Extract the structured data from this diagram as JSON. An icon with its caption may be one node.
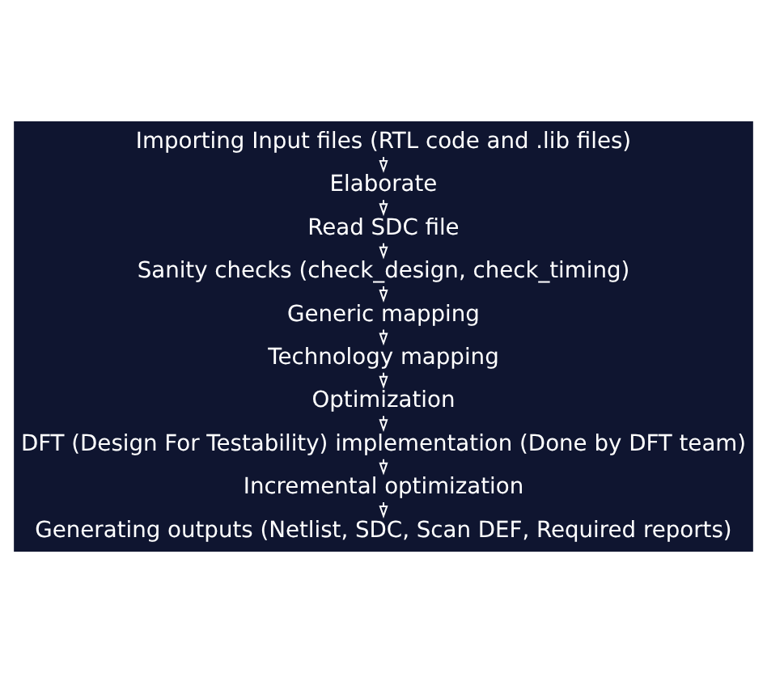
{
  "diagram": {
    "nodes": [
      {
        "text": [
          "Importing Input files (RTL code and .lib files)"
        ]
      },
      {
        "text": [
          "Elaborate"
        ]
      },
      {
        "text": [
          "Read SDC file"
        ]
      },
      {
        "text": [
          "Sanity checks (check_design, check_timing)"
        ]
      },
      {
        "text": [
          "Generic mapping"
        ]
      },
      {
        "text": [
          "Technology mapping"
        ]
      },
      {
        "text": [
          "Optimization"
        ]
      },
      {
        "text": [
          "DFT (Design For Testability) implementation (Done by DFT team)"
        ]
      },
      {
        "text": [
          "Incremental optimization"
        ]
      },
      {
        "text": [
          "Generating outputs (Netlist, SDC, Scan DEF, Required reports)"
        ]
      }
    ],
    "edges": [
      {
        "from": 0,
        "to": 1,
        "arrow": "to"
      },
      {
        "from": 1,
        "to": 2,
        "arrow": "to"
      },
      {
        "from": 2,
        "to": 3,
        "arrow": "to"
      },
      {
        "from": 3,
        "to": 4,
        "arrow": "to"
      },
      {
        "from": 4,
        "to": 5,
        "arrow": "to"
      },
      {
        "from": 5,
        "to": 6,
        "arrow": "to"
      },
      {
        "from": 6,
        "to": 7,
        "arrow": "to"
      },
      {
        "from": 7,
        "to": 8,
        "arrow": "to"
      },
      {
        "from": 8,
        "to": 9,
        "arrow": "to"
      }
    ]
  }
}
